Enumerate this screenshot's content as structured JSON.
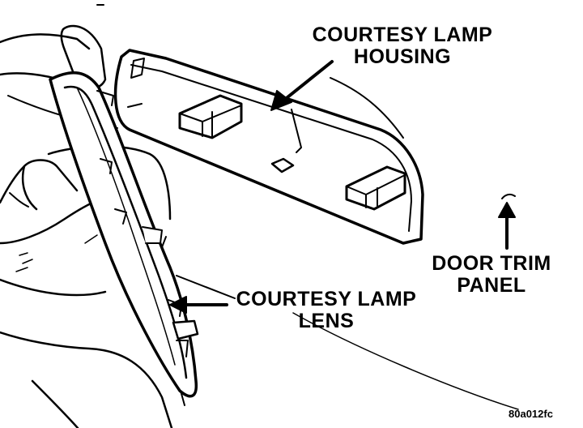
{
  "callouts": {
    "housing": {
      "line1": "COURTESY LAMP",
      "line2": "HOUSING"
    },
    "lens": {
      "line1": "COURTESY LAMP",
      "line2": "LENS"
    },
    "door_trim": {
      "line1": "DOOR TRIM",
      "line2": "PANEL"
    }
  },
  "figure_id": "80a012fc",
  "colors": {
    "ink": "#000000",
    "paper": "#ffffff"
  }
}
